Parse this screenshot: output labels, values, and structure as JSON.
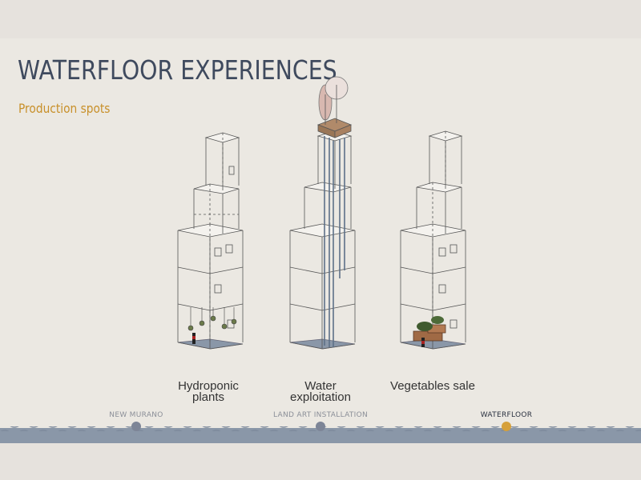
{
  "slide": {
    "title": "WATERFLOOR EXPERIENCES",
    "subtitle": "Production spots"
  },
  "towers": [
    {
      "caption": "Hydroponic\nplants"
    },
    {
      "caption": "Water\nexploitation"
    },
    {
      "caption": "Vegetables sale"
    }
  ],
  "navigation": {
    "items": [
      {
        "label": "NEW MURANO",
        "active": false
      },
      {
        "label": "LAND ART INSTALLATION",
        "active": false
      },
      {
        "label": "WATERFLOOR",
        "active": true
      }
    ]
  },
  "colors": {
    "title": "#3f4a5e",
    "subtitle": "#c8902a",
    "nav_active": "#d6a03a",
    "nav_inactive": "#7d8597",
    "water": "#8a97a8"
  }
}
